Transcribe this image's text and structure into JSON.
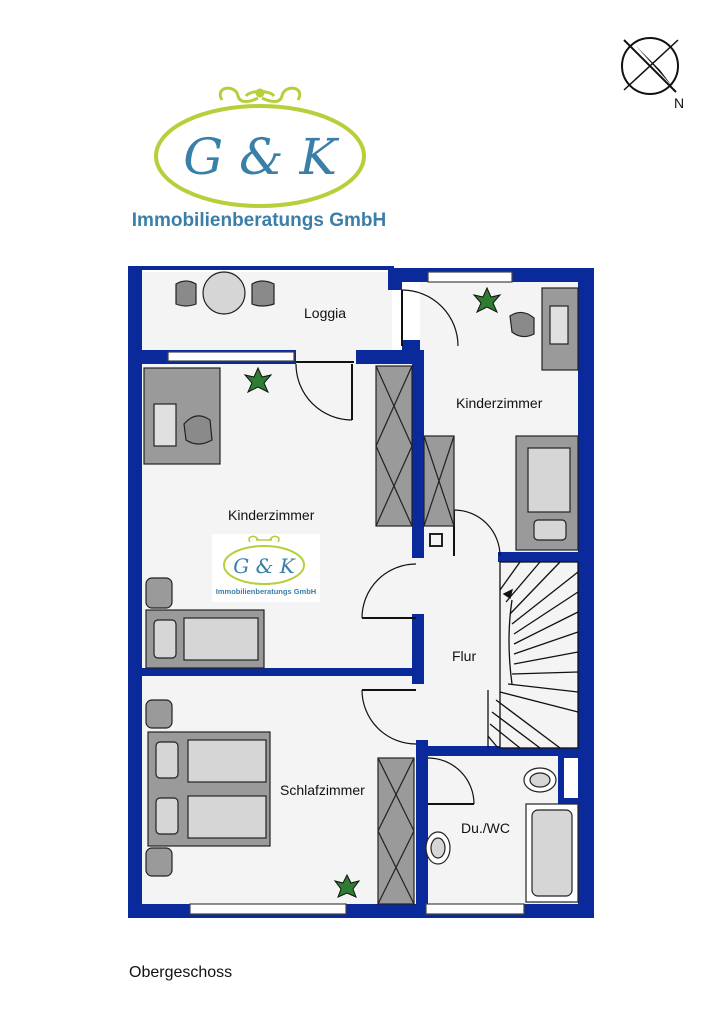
{
  "logo": {
    "monogram": "G & K",
    "company": "Immobilienberatungs GmbH"
  },
  "compass": {
    "label": "N"
  },
  "rooms": {
    "loggia": "Loggia",
    "kinderzimmer_right": "Kinderzimmer",
    "kinderzimmer_left": "Kinderzimmer",
    "flur": "Flur",
    "schlafzimmer": "Schlafzimmer",
    "bath": "Du./WC"
  },
  "floor_caption": "Obergeschoss",
  "colors": {
    "wall": "#0a2a9c",
    "floor": "#f4f4f4",
    "furniture": "#9a9a9a",
    "logo_green": "#b6cf3a",
    "logo_blue": "#3a7fa8"
  }
}
